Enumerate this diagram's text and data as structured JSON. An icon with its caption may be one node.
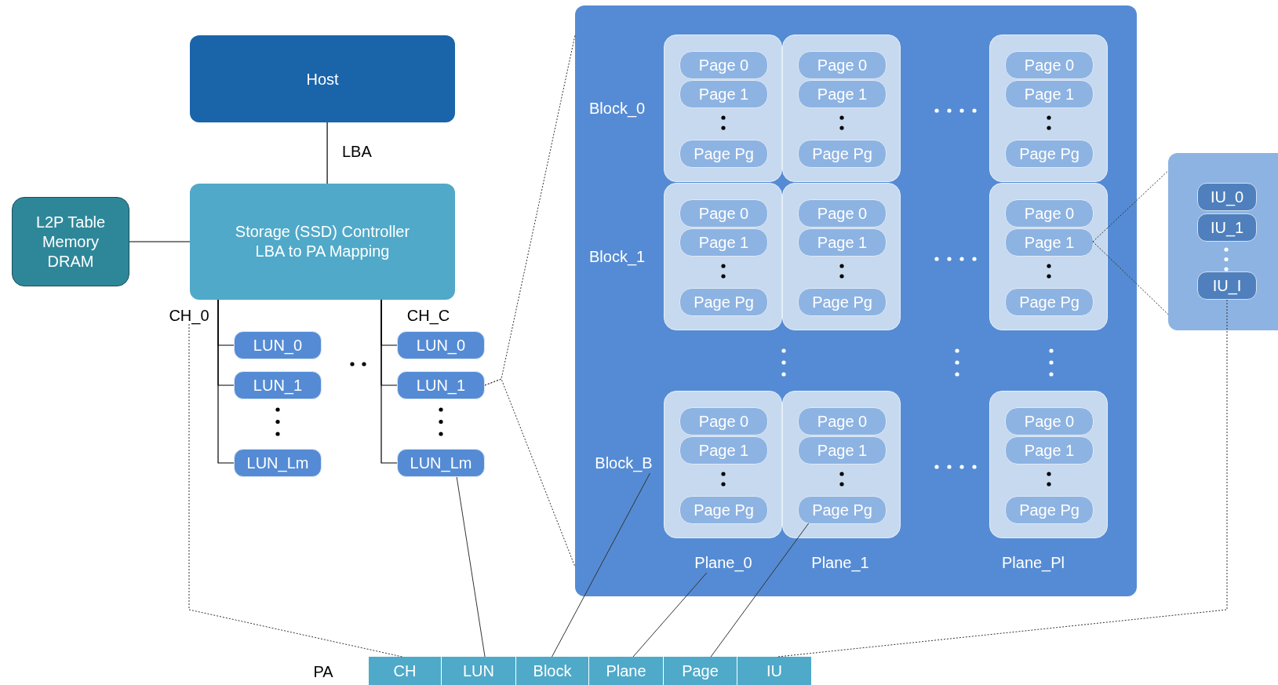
{
  "diagram": {
    "nodes": [
      {
        "text": [
          "Host"
        ]
      },
      {
        "text": [
          "Storage (SSD) Controller",
          "LBA to PA Mapping"
        ]
      },
      {
        "text": [
          "L2P Table Memory DRAM"
        ]
      },
      {
        "text": [
          "CH_0"
        ]
      },
      {
        "text": [
          "CH_C"
        ]
      },
      {
        "text": [
          "LUN_0"
        ]
      },
      {
        "text": [
          "LUN_1"
        ]
      },
      {
        "text": [
          "LUN_Lm"
        ]
      },
      {
        "text": [
          "LUN_0"
        ]
      },
      {
        "text": [
          "LUN_1"
        ]
      },
      {
        "text": [
          "LUN_Lm"
        ]
      },
      {
        "text": [],
        "shape": "box"
      },
      {
        "text": [
          "Block_B"
        ],
        "in": 11
      },
      {
        "text": [
          "Plane_0"
        ],
        "in": 11
      },
      {
        "text": [],
        "shape": "box",
        "in": 11
      },
      {
        "text": [
          "Page 0"
        ],
        "in": 14
      },
      {
        "text": [
          "Page 1"
        ],
        "in": 14
      },
      {
        "text": [
          "Page Pg"
        ],
        "in": 14
      },
      {
        "text": [],
        "shape": "box",
        "in": 11
      },
      {
        "text": [
          "Page 0"
        ],
        "in": 18
      },
      {
        "text": [
          "Page 1"
        ],
        "in": 18
      },
      {
        "text": [
          "Page Pg"
        ],
        "in": 18
      },
      {
        "text": [],
        "shape": "box",
        "in": 11
      },
      {
        "text": [
          "Page 0"
        ],
        "in": 22
      },
      {
        "text": [
          "Page 1"
        ],
        "in": 22
      },
      {
        "text": [
          "Page Pg"
        ],
        "in": 22
      },
      {
        "text": [],
        "shape": "box",
        "in": 11
      },
      {
        "text": [
          "Page 0"
        ],
        "in": 26
      },
      {
        "text": [
          "Page 1"
        ],
        "in": 26
      },
      {
        "text": [
          "Page Pg"
        ],
        "in": 26
      },
      {
        "text": [],
        "shape": "box",
        "in": 11
      },
      {
        "text": [
          "Page 0"
        ],
        "in": 30
      },
      {
        "text": [
          "Page 1"
        ],
        "in": 30
      },
      {
        "text": [
          "Page Pg"
        ],
        "in": 30
      },
      {
        "text": [],
        "shape": "box",
        "in": 11
      },
      {
        "text": [
          "Page 0"
        ],
        "in": 34
      },
      {
        "text": [
          "Page 1"
        ],
        "in": 34
      },
      {
        "text": [
          "Page Pg"
        ],
        "in": 34
      },
      {
        "text": [],
        "shape": "box",
        "in": 11
      },
      {
        "text": [
          "Page 0"
        ],
        "in": 38
      },
      {
        "text": [
          "Page 1"
        ],
        "in": 38
      },
      {
        "text": [
          "Page Pg"
        ],
        "in": 38
      },
      {
        "text": [],
        "shape": "box",
        "in": 11
      },
      {
        "text": [
          "Page 0"
        ],
        "in": 42
      },
      {
        "text": [
          "Page 1"
        ],
        "in": 42
      },
      {
        "text": [
          "Page Pg"
        ],
        "in": 42
      },
      {
        "text": [],
        "shape": "box",
        "in": 11
      },
      {
        "text": [
          "Page 0"
        ],
        "in": 46
      },
      {
        "text": [
          "Page 1"
        ],
        "in": 46
      },
      {
        "text": [
          "Page Pg"
        ],
        "in": 46
      },
      {
        "text": [],
        "shape": "box"
      },
      {
        "text": [
          "IU_0"
        ],
        "in": 50
      },
      {
        "text": [
          "IU_1"
        ],
        "in": 50
      },
      {
        "text": [
          "IU_I"
        ],
        "in": 50
      },
      {
        "text": [
          "CH"
        ]
      },
      {
        "text": [
          "LUN"
        ]
      },
      {
        "text": [
          "Block"
        ]
      },
      {
        "text": [
          "Plane"
        ]
      },
      {
        "text": [
          "Page"
        ]
      },
      {
        "text": [
          "IU"
        ]
      }
    ],
    "edges": [
      {
        "from": 0,
        "to": 1,
        "arrow": "none",
        "label": "LBA"
      },
      {
        "from": 2,
        "to": 1,
        "arrow": "none"
      },
      {
        "from": 1,
        "to": 5,
        "arrow": "none"
      },
      {
        "from": 1,
        "to": 6,
        "arrow": "none"
      },
      {
        "from": 1,
        "to": 7,
        "arrow": "none"
      },
      {
        "from": 1,
        "to": 8,
        "arrow": "none"
      },
      {
        "from": 1,
        "to": 9,
        "arrow": "none"
      },
      {
        "from": 1,
        "to": 10,
        "arrow": "none"
      },
      {
        "from": 9,
        "to": 11,
        "arrow": "none",
        "style": "dashed"
      },
      {
        "from": 9,
        "to": 11,
        "arrow": "none",
        "style": "dashed"
      },
      {
        "from": 36,
        "to": 50,
        "arrow": "none",
        "style": "dashed"
      },
      {
        "from": 36,
        "to": 50,
        "arrow": "none",
        "style": "dashed"
      },
      {
        "from": 3,
        "to": 54,
        "arrow": "none",
        "style": "dashed"
      },
      {
        "from": 10,
        "to": 55,
        "arrow": "none"
      },
      {
        "from": 12,
        "to": 56,
        "arrow": "none"
      },
      {
        "from": 13,
        "to": 57,
        "arrow": "none"
      },
      {
        "from": 45,
        "to": 58,
        "arrow": "none"
      },
      {
        "from": 53,
        "to": 59,
        "arrow": "none",
        "style": "dashed"
      }
    ],
    "labels": [
      "Block_0",
      "Block_1",
      "Plane_1",
      "Plane_Pl",
      "PA"
    ]
  }
}
